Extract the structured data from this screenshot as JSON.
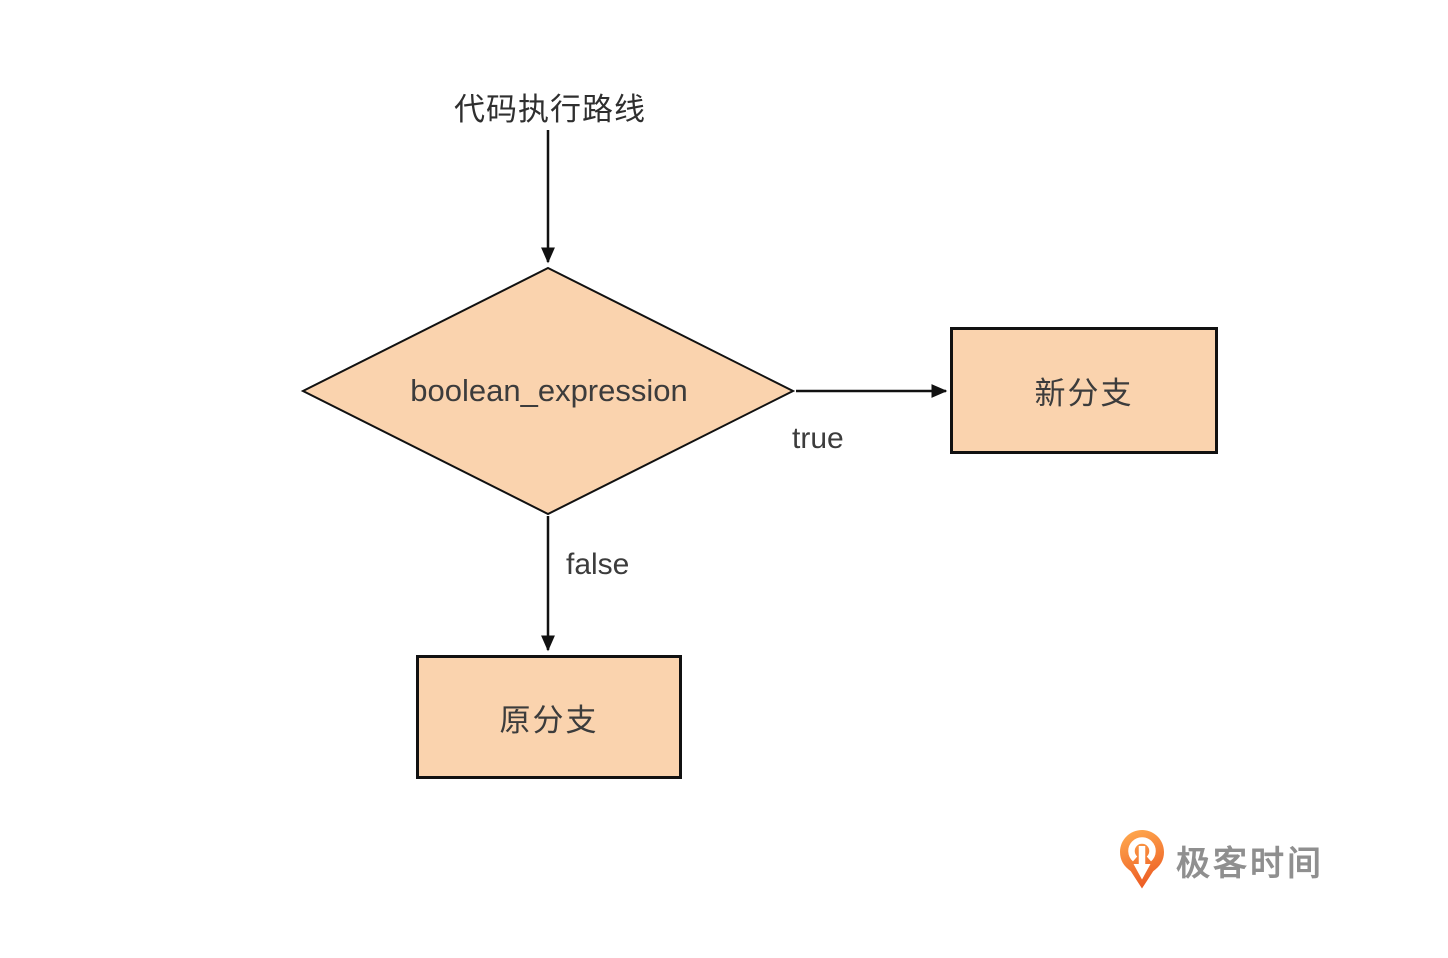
{
  "diagram": {
    "title": "代码执行路线",
    "decision_label": "boolean_expression",
    "true_label": "true",
    "false_label": "false",
    "true_branch_label": "新分支",
    "false_branch_label": "原分支",
    "colors": {
      "node_fill": "#FAD3AE",
      "node_border": "#111111",
      "connector": "#111111",
      "text": "#3C3C3C"
    }
  },
  "branding": {
    "logo_icon": "geektime-pin-icon",
    "logo_text": "极客时间",
    "logo_text_color": "#8F8F8F",
    "logo_gradient_start": "#FFA94E",
    "logo_gradient_end": "#EC5B23"
  }
}
